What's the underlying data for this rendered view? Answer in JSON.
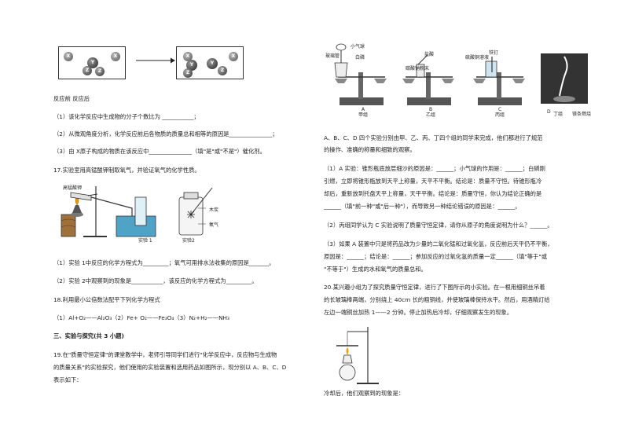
{
  "molecules": {
    "x_label": "X",
    "y_label": "Y",
    "z_label": "Z"
  },
  "left": {
    "reaction_caption": "反应前 反应后",
    "q1": "（1）该化学反应中生成物的分子个数比为 ___________；",
    "q2": "（2）从微观角度分析，化学反应前后各物质的质量总和相等的原因是_______________；",
    "q3": "（3）由 X原子构成的物质在该反应中_______________（填\"是\"或\"不是\"）催化剂。",
    "q17": "17.实验室用高锰酸钾制取氧气，并验证氧气的化学性质。",
    "fig17": {
      "label_kmno4": "高锰酸钾",
      "label_charcoal": "木炭",
      "label_oxygen": "氧气",
      "caption_exp1": "实验 1",
      "caption_exp2": "实验2"
    },
    "q17_1": "（1）实验 1中反应的化学方程式为_________；氧气可用排水法收集的原因是_______。",
    "q17_2": "（2）实验 2中观察到的现象是___________，该反应的化学方程式为_________。",
    "q18": "18.利用最小公倍数法配平下列化学方程式",
    "q18_eq": "（1）Al+O₂——Al₂O₃（2）Fe+ O₂——Fe₃O₄（3）N₂+H₂——NH₃",
    "section3": "三、实验与探究(共 3 小题)",
    "q19_l1": "19.在\"质量守恒定律\"的课堂教学中，老师引导同学们进行\"化学反应中，反应物与生成物",
    "q19_l2": "的质量关系\"的实验探究，他们使用的实验装置和选用药品如图所示，现分别以 A、B、C、D",
    "q19_l3": "表示如下："
  },
  "right": {
    "fig19": {
      "label_glass": "玻璃管",
      "label_balloon": "小气球",
      "label_phosphorus": "白磷",
      "label_hcl": "盐酸",
      "label_na2co3": "碳酸钠粉末",
      "label_cuso4": "硫酸铜溶液",
      "label_nail": "铁钉",
      "label_mg": "镁条燃烧",
      "caption_a": "A",
      "caption_a2": "甲组",
      "caption_b": "B",
      "caption_b2": "乙组",
      "caption_c": "C",
      "caption_c2": "丙组",
      "caption_d": "D",
      "caption_d2": "丁组"
    },
    "intro_l1": "A、B、C、D 四个实验分别由甲、乙、丙、丁四个组的同学来完成，他们都进行了规范",
    "intro_l2": "的操作、准确的称量和细致的观察。",
    "p1_l1": "（1）A 实验：锥形瓶底放层细沙的原因是：______；小气球的作用是：______；白磷刚",
    "p1_l2": "引燃，立即将锥形瓶放到天平上称量，天平不平衡。结论是：质量不守恒。待锥形瓶冷",
    "p1_l3": "却后，重新放到托盘天平上称量，天平平衡。结论是：质量守恒，你认为结论正确的是",
    "p1_l4": "______（填\"前一种\"或\"后一种\"），而导致另一种结论错误的原因是：______。",
    "p2": "（2）丙组同学认为 C 实验说明了质量守恒定律，请你从原子的角度说明为什么？______。",
    "p3_l1": "（3）如果 A 装置中只是将药品改为少量的二氧化锰和过氧化氢，反应前后天平仍不平衡，",
    "p3_l2": "原因是：______；结论是：______；参加反应的过氧化氢的质量一定______（填\"等于\"或",
    "p3_l3": "\"不等于\"）生成的水和氧气的质量总和。",
    "q20_l1": "20.某兴趣小组为了探究质量守恒定律，进行了下图所示的小实验。在一根用细铜丝吊着",
    "q20_l2": "的长玻璃棒两端，分别绕上 40cm 长的粗铜线，并使玻璃棒保持水平。然后，用酒精灯给",
    "q20_l3": "左边一端铜丝加热 1——2 分钟。停止加热后冷却，仔细观察发生的现象。",
    "q20_end": "冷却后，他们观察到的现象是："
  }
}
